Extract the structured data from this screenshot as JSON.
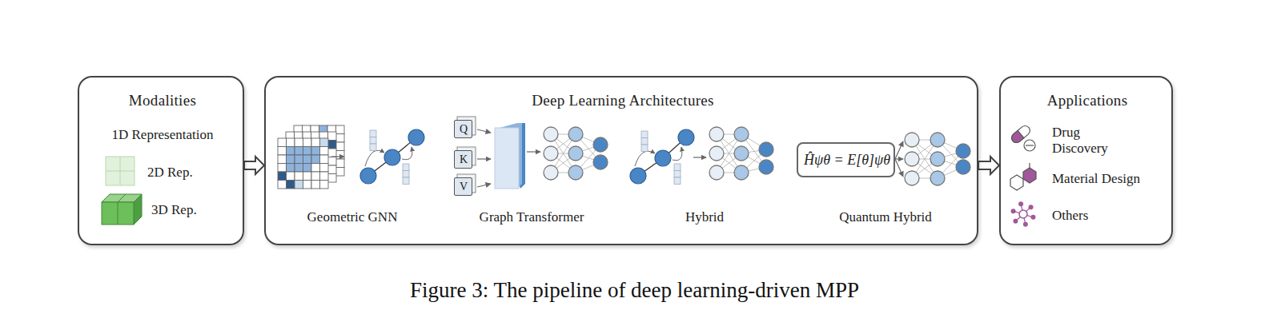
{
  "diagram": {
    "caption": "Figure 3: The pipeline of deep learning-driven MPP",
    "nodes": [
      {
        "text": [
          "Modalities",
          "1D Representation",
          "2D Rep.",
          "3D Rep."
        ]
      },
      {
        "text": [
          "Deep Learning Architectures",
          "Geometric GNN",
          "Graph Transformer",
          "Hybrid",
          "Quantum Hybrid"
        ]
      },
      {
        "text": [
          "Applications",
          "Drug Discovery",
          "Material Design",
          "Others"
        ]
      },
      {
        "text": [
          "Q"
        ],
        "in": 1
      },
      {
        "text": [
          "K"
        ],
        "in": 1
      },
      {
        "text": [
          "V"
        ],
        "in": 1
      },
      {
        "text": [
          "Ĥψθ = E[θ]ψθ"
        ],
        "in": 1
      }
    ],
    "edges": [
      {
        "from": 0,
        "to": 1,
        "arrow": "to"
      },
      {
        "from": 1,
        "to": 2,
        "arrow": "to"
      }
    ]
  }
}
